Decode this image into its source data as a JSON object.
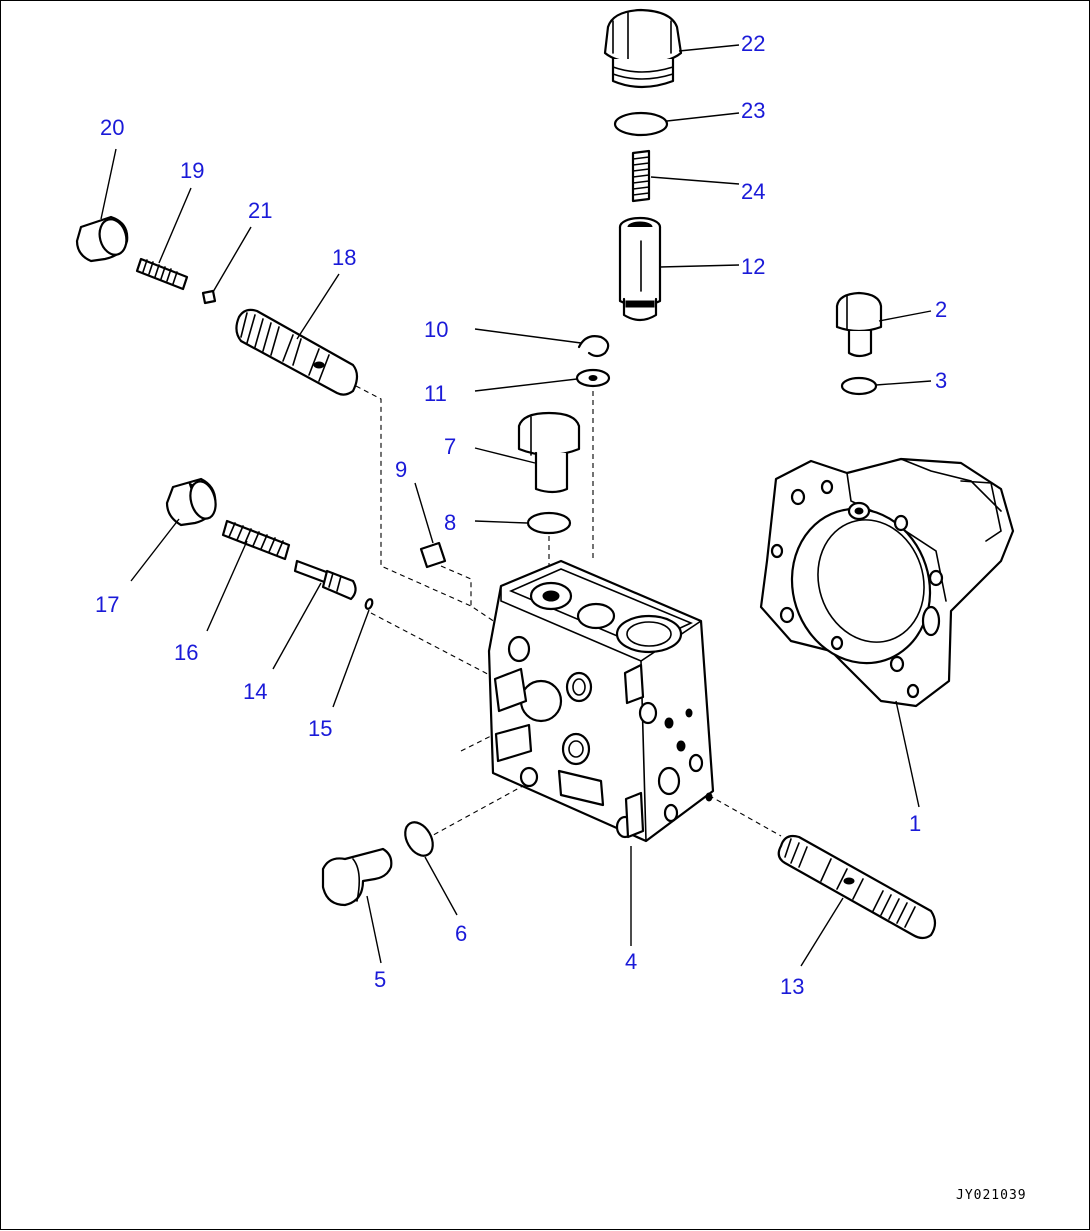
{
  "diagram": {
    "figure_id": "JY021039",
    "callouts": [
      {
        "key": "p1",
        "label": "1"
      },
      {
        "key": "p2",
        "label": "2"
      },
      {
        "key": "p3",
        "label": "3"
      },
      {
        "key": "p4",
        "label": "4"
      },
      {
        "key": "p5",
        "label": "5"
      },
      {
        "key": "p6",
        "label": "6"
      },
      {
        "key": "p7",
        "label": "7"
      },
      {
        "key": "p8",
        "label": "8"
      },
      {
        "key": "p9",
        "label": "9"
      },
      {
        "key": "p10",
        "label": "10"
      },
      {
        "key": "p11",
        "label": "11"
      },
      {
        "key": "p12",
        "label": "12"
      },
      {
        "key": "p13",
        "label": "13"
      },
      {
        "key": "p14",
        "label": "14"
      },
      {
        "key": "p15",
        "label": "15"
      },
      {
        "key": "p16",
        "label": "16"
      },
      {
        "key": "p17",
        "label": "17"
      },
      {
        "key": "p18",
        "label": "18"
      },
      {
        "key": "p19",
        "label": "19"
      },
      {
        "key": "p20",
        "label": "20"
      },
      {
        "key": "p21",
        "label": "21"
      },
      {
        "key": "p22",
        "label": "22"
      },
      {
        "key": "p23",
        "label": "23"
      },
      {
        "key": "p24",
        "label": "24"
      }
    ],
    "accent_color": "#1a1ad8",
    "line_color": "#000000"
  }
}
